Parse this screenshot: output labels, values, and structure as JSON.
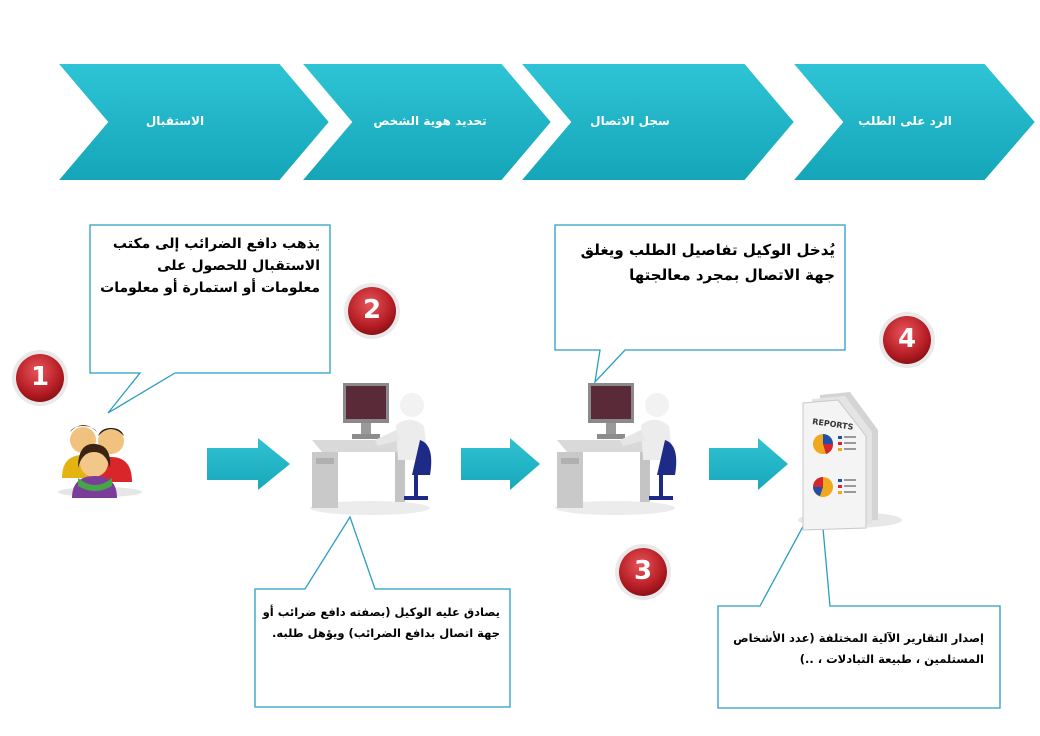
{
  "process": {
    "steps": [
      {
        "label": "الاستقبال"
      },
      {
        "label": "تحديد هوية الشخص"
      },
      {
        "label": "سجل الاتصال"
      },
      {
        "label": "الرد على الطلب"
      }
    ]
  },
  "badges": [
    "1",
    "2",
    "3",
    "4"
  ],
  "callouts": {
    "taxpayer": "يذهب دافع الضرائب إلى مكتب الاستقبال للحصول على معلومات أو استمارة أو معلومات",
    "agent_enter": "يُدخل الوكيل تفاصيل الطلب ويغلق جهة الاتصال بمجرد معالجتها",
    "agent_verify": "يصادق عليه الوكيل (بصفته دافع ضرائب أو جهة اتصال بدافع الضرائب) ويؤهل طلبه.",
    "reports": "إصدار التقارير الآلية المختلفة (عدد الأشخاص المستلمين ، طبيعة التبادلات ، ..)"
  },
  "report_doc_label": "REPORTS",
  "colors": {
    "chevron": "#1eb3c5",
    "arrow": "#1fb4c6",
    "badge": "#b81c24",
    "callout_border": "#2a9ec2"
  }
}
